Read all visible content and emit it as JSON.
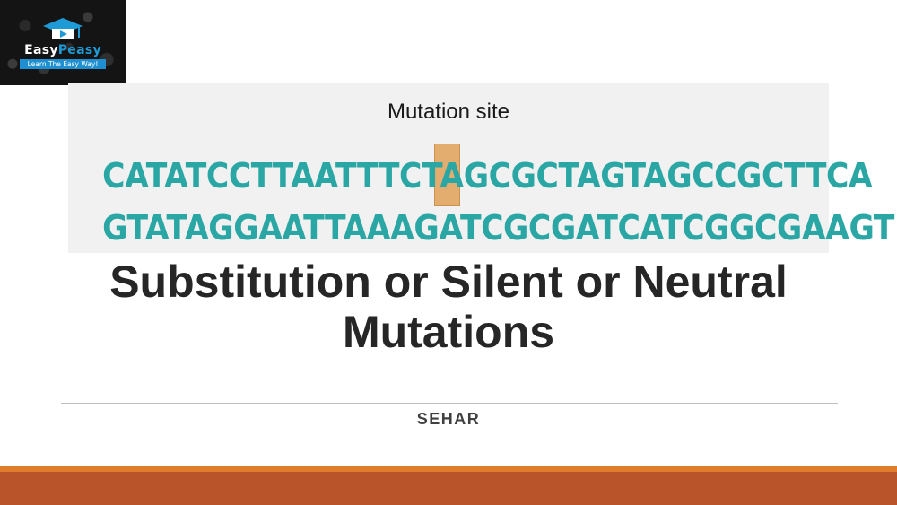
{
  "logo": {
    "brand_first": "Easy",
    "brand_second": "Peasy",
    "tagline": "Learn The Easy Way!"
  },
  "dna_figure": {
    "label": "Mutation site",
    "top_strand_before": "CATATCCTTAATTTCTA",
    "mutated_base": "G",
    "top_strand_after": "CGCTAGTAGCCGCTTCA",
    "bottom_strand": "GTATAGGAATTAAAGATCGCGATCATCGGCGAAGT",
    "highlight_color": "#e2ad6e",
    "base_color": "#2aa7a5"
  },
  "slide": {
    "title_line1": "Substitution or Silent or Neutral",
    "title_line2": "Mutations",
    "author": "SEHAR"
  },
  "colors": {
    "accent_orange": "#e07d2c",
    "footer_bar": "#b9542a"
  }
}
